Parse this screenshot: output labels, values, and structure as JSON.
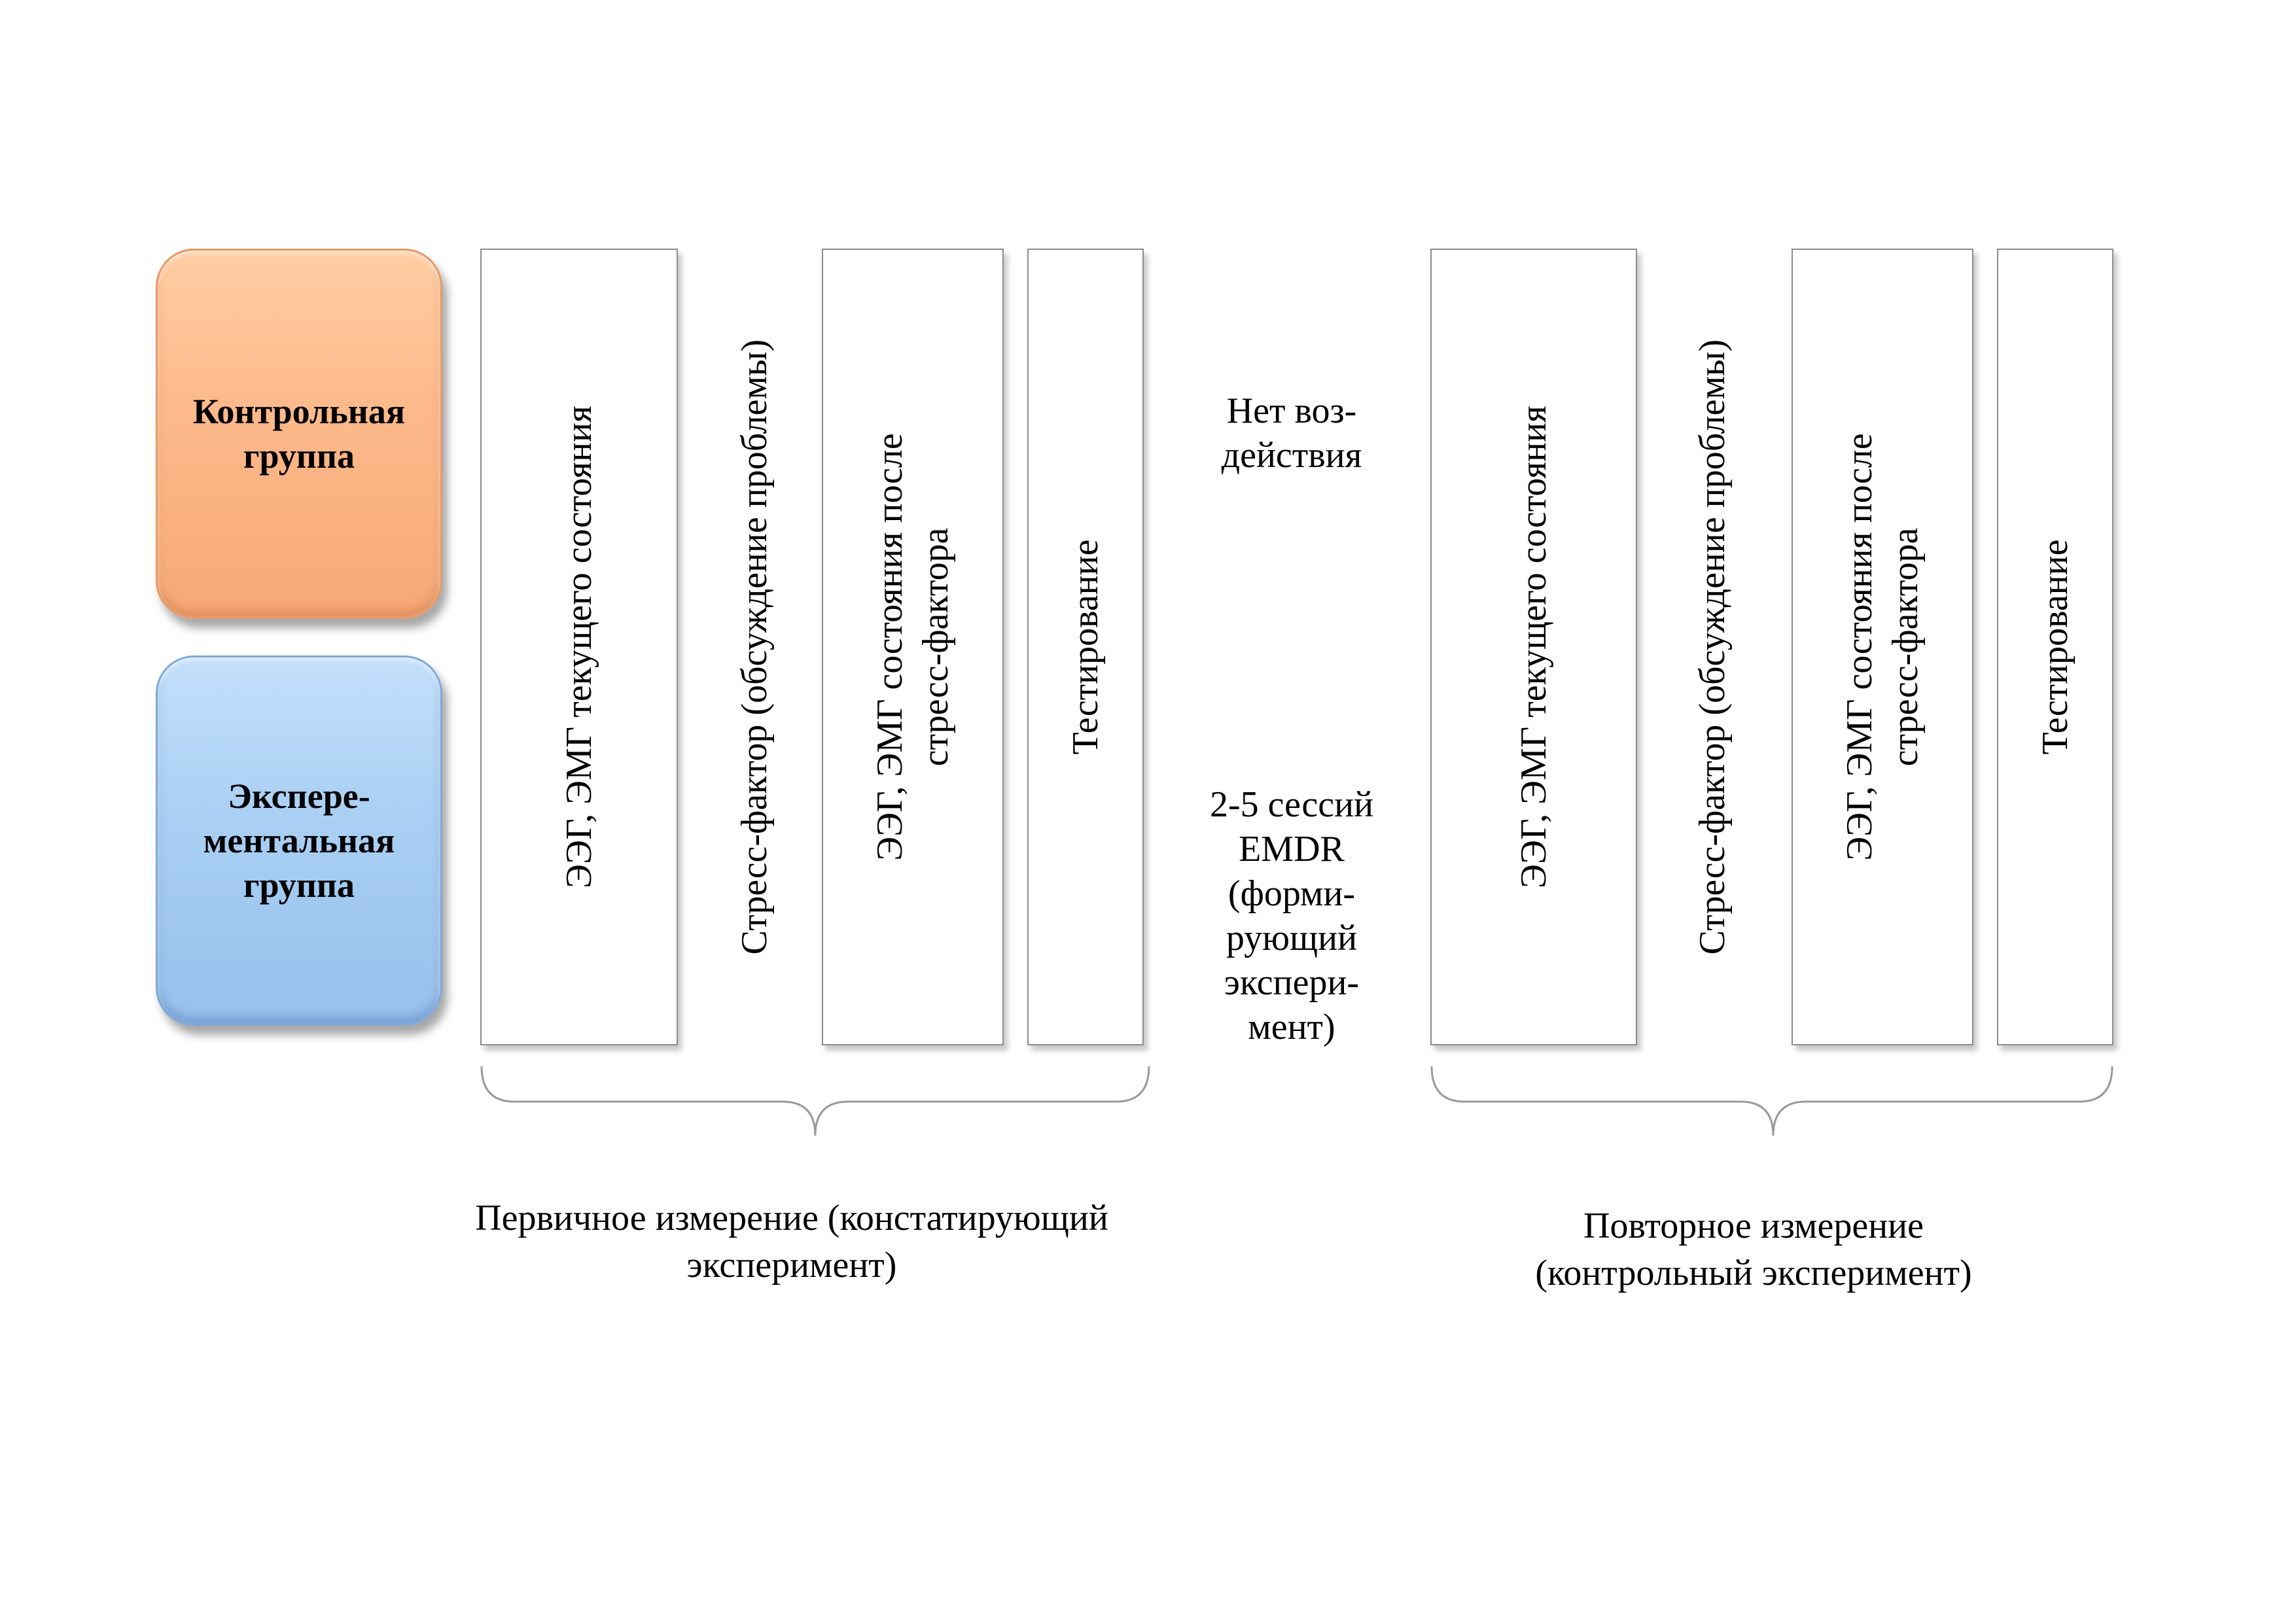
{
  "groups": {
    "control": "Контрольная\nгруппа",
    "experimental": "Экспере-\nментальная\nгруппа"
  },
  "first_block": {
    "col1": "ЭЭГ, ЭМГ текущего состояния",
    "col2": "Стресс-фактор (обсуждение проблемы)",
    "col3": "ЭЭГ, ЭМГ состояния после\nстресс-фактора",
    "col4": "Тестирование",
    "caption": "Первичное измерение (констатирующий\nэксперимент)"
  },
  "middle": {
    "control_action": "Нет воз-\nдействия",
    "experimental_action": "2-5 сессий\nEMDR\n(форми-\nрующий\nэкспери-\nмент)"
  },
  "second_block": {
    "col1": "ЭЭГ, ЭМГ текущего состояния",
    "col2": "Стресс-фактор (обсуждение проблемы)",
    "col3": "ЭЭГ, ЭМГ состояния после\nстресс-фактора",
    "col4": "Тестирование",
    "caption": "Повторное измерение\n(контрольный эксперимент)"
  },
  "colors": {
    "control_fill": "#fdb98a",
    "experimental_fill": "#a9cff3",
    "column_border": "#8c8c8c"
  }
}
